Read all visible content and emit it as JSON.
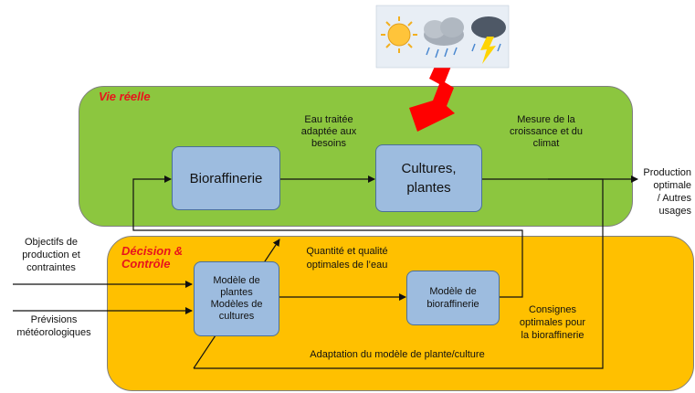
{
  "zones": {
    "real_life": "Vie réelle",
    "decision": "Décision &\nContrôle"
  },
  "boxes": {
    "biorefinery": "Bioraffinerie",
    "crops": "Cultures,\nplantes",
    "plant_model": "Modèle de\nplantes\nModèles de\ncultures",
    "biorefinery_model": "Modèle de\nbioraffinerie"
  },
  "labels": {
    "treated_water": "Eau traitée\nadaptée aux\nbesoins",
    "growth_measure": "Mesure de la\ncroissance et du\nclimat",
    "production": "Production\noptimale\n/ Autres\nusages",
    "objectives": "Objectifs de\nproduction et\ncontraintes",
    "forecasts": "Prévisions\nmétéorologiques",
    "water_quantity": "Quantité et qualité\noptimales de l’eau",
    "setpoints": "Consignes\noptimales pour\nla bioraffinerie",
    "adaptation": "Adaptation du modèle de plante/culture"
  },
  "colors": {
    "real_zone": "#8cc63f",
    "decision_zone": "#ffc000",
    "box_fill": "#9dbcdf",
    "zone_title": "#e8141c",
    "lightning": "#ff0000"
  },
  "icons": [
    "weather-sun-icon",
    "weather-rain-cloud-icon",
    "weather-storm-icon",
    "lightning-bolt-icon"
  ]
}
